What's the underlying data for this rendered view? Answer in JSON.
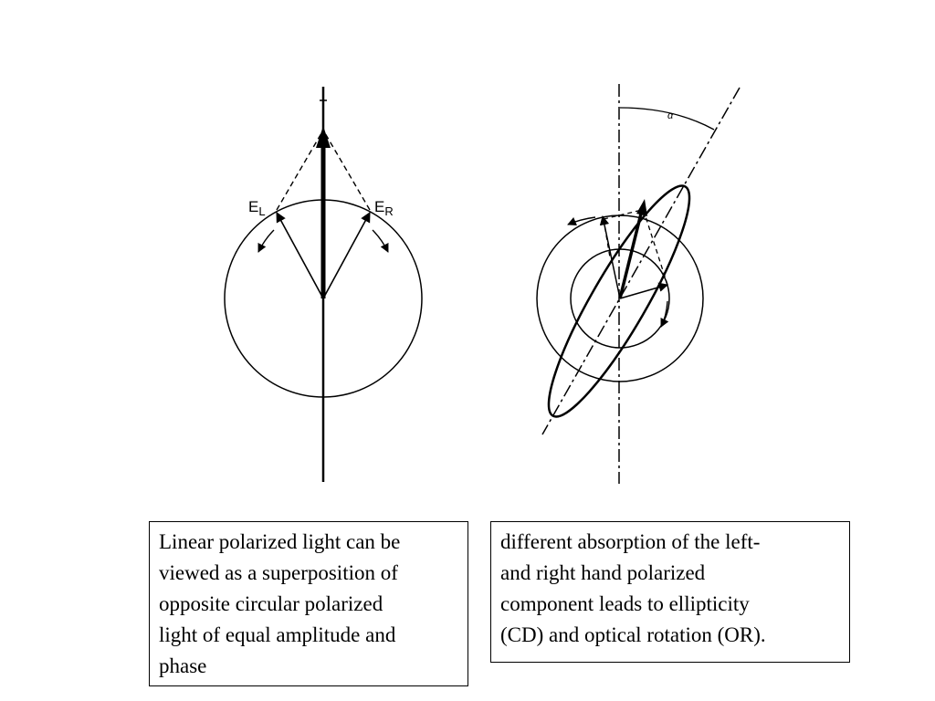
{
  "figure": {
    "left": {
      "label_el": "E",
      "label_el_sub": "L",
      "label_er": "E",
      "label_er_sub": "R"
    },
    "right": {
      "angle_label": "α"
    }
  },
  "captions": {
    "left": {
      "lines": [
        "Linear polarized light can be",
        "viewed as a superposition of",
        "opposite circular polarized",
        "light of equal amplitude and",
        "phase"
      ]
    },
    "right": {
      "lines": [
        "different absorption of the left-",
        "and right hand polarized",
        "component leads to ellipticity",
        "(CD) and optical rotation (OR)."
      ]
    }
  }
}
